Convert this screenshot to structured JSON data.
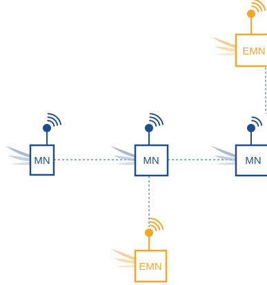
{
  "colors": {
    "mesh_node": "#1f4e8c",
    "edge_node": "#f5a623",
    "link": "#4a74b0",
    "wing_blue": "#a9b9d6",
    "wing_orange": "#f2d29a"
  },
  "nodes": [
    {
      "id": "mn-left",
      "label": "MN",
      "type": "mesh"
    },
    {
      "id": "mn-center",
      "label": "MN",
      "type": "mesh"
    },
    {
      "id": "mn-right",
      "label": "MN",
      "type": "mesh"
    },
    {
      "id": "emn-top",
      "label": "EMN",
      "type": "edge"
    },
    {
      "id": "emn-bottom",
      "label": "EMN",
      "type": "edge"
    }
  ],
  "icons": {
    "antenna": "wireless-antenna-icon",
    "motion": "motion-wing-icon"
  }
}
